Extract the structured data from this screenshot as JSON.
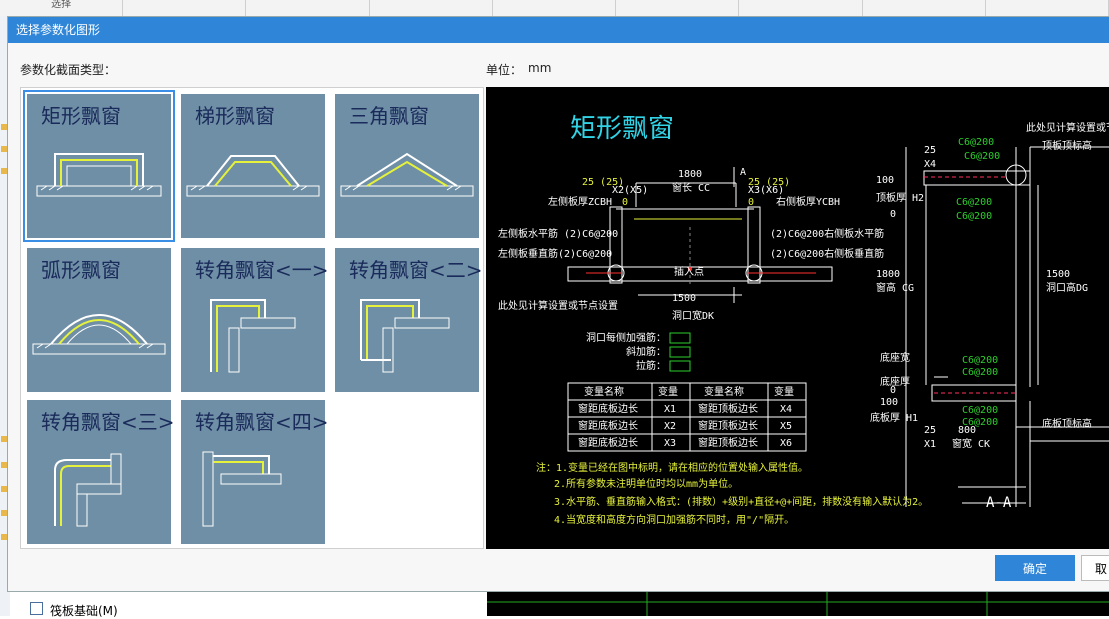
{
  "background": {
    "top_columns": [
      "选择",
      "",
      "",
      "",
      "",
      "",
      "",
      "",
      ""
    ],
    "bottom_item": "筏板基础(M)"
  },
  "dialog": {
    "title": "选择参数化图形",
    "section_label": "参数化截面类型：",
    "unit_label": "单位：",
    "unit_value": "mm",
    "selected_index": 0,
    "shapes": [
      {
        "name": "矩形飘窗",
        "icon": "rect-bay-window-icon"
      },
      {
        "name": "梯形飘窗",
        "icon": "trapezoid-bay-window-icon"
      },
      {
        "name": "三角飘窗",
        "icon": "triangle-bay-window-icon"
      },
      {
        "name": "弧形飘窗",
        "icon": "arc-bay-window-icon"
      },
      {
        "name": "转角飘窗<一>",
        "icon": "corner-bay-window-1-icon"
      },
      {
        "name": "转角飘窗<二>",
        "icon": "corner-bay-window-2-icon"
      },
      {
        "name": "转角飘窗<三>",
        "icon": "corner-bay-window-3-icon"
      },
      {
        "name": "转角飘窗<四>",
        "icon": "corner-bay-window-4-icon"
      }
    ],
    "ok_label": "确定",
    "cancel_label": "取"
  },
  "preview": {
    "title": "矩形飘窗",
    "plan_labels": {
      "top_left_dims": "25 (25)",
      "top_center_dim": "1800",
      "top_right_dims": "25 (25)",
      "x2": "X2(X5)",
      "x3": "X3(X6)",
      "window_length": "窗长 CC",
      "left_thick": "左侧板厚ZCBH",
      "right_thick": "右侧板厚YCBH",
      "left_h_rebar": "左侧板水平筋 (2)C6@200",
      "left_v_rebar": "左侧板垂直筋(2)C6@200",
      "right_h_rebar": "(2)C6@200右侧板水平筋",
      "right_v_rebar": "(2)C6@200右侧板垂直筋",
      "insert_point": "插入点",
      "width_dim": "1500",
      "opening_width": "洞口宽DK",
      "node_note": "此处见计算设置或节点设置",
      "zero_left": "0",
      "zero_right": "0",
      "section_mark": "A"
    },
    "reinforcement": {
      "each_side": "洞口每侧加强筋：",
      "diagonal": "斜加筋：",
      "tie": "拉筋："
    },
    "table": {
      "headers": [
        "变量名称",
        "变量",
        "变量名称",
        "变量"
      ],
      "rows": [
        [
          "窗距底板边长",
          "X1",
          "窗距顶板边长",
          "X4"
        ],
        [
          "窗距底板边长",
          "X2",
          "窗距顶板边长",
          "X5"
        ],
        [
          "窗距底板边长",
          "X3",
          "窗距顶板边长",
          "X6"
        ]
      ]
    },
    "notes": [
      "注：1.变量已经在图中标明，请在相应的位置处输入属性值。",
      "2.所有参数未注明单位时均以mm为单位。",
      "3.水平筋、垂直筋输入格式：(排数）+级别+直径+@+间距，排数没有输入默认为2。",
      "4.当宽度和高度方向洞口加强筋不同时，用\"/\"隔开。"
    ],
    "section_labels": {
      "node_note": "此处见计算设置或节",
      "top_slab_top": "顶板顶标高",
      "dim_25_top": "25",
      "x4": "X4",
      "rebar_1": "C6@200",
      "rebar_2": "C6@200",
      "rebar_3": "C6@200",
      "rebar_4": "C6@200",
      "h100_top": "100",
      "top_thick": "顶板厚 H2",
      "h0_top": "0",
      "h1800": "1800",
      "window_height": "窗高 CG",
      "h1500": "1500",
      "opening_height": "洞口高DG",
      "sill_height": "底座宽",
      "sill_thick": "底座厚",
      "rebar_5": "C6@200",
      "rebar_6": "C6@200",
      "rebar_7": "C6@200",
      "rebar_8": "C6@200",
      "h0_bot": "0",
      "h100_bot": "100",
      "bot_thick": "底板厚 H1",
      "bot_slab_top": "底板顶标高",
      "dim_25_bot": "25",
      "dim_800": "800",
      "x1": "X1",
      "window_width": "窗宽 CK",
      "section_title": "A-A"
    }
  }
}
